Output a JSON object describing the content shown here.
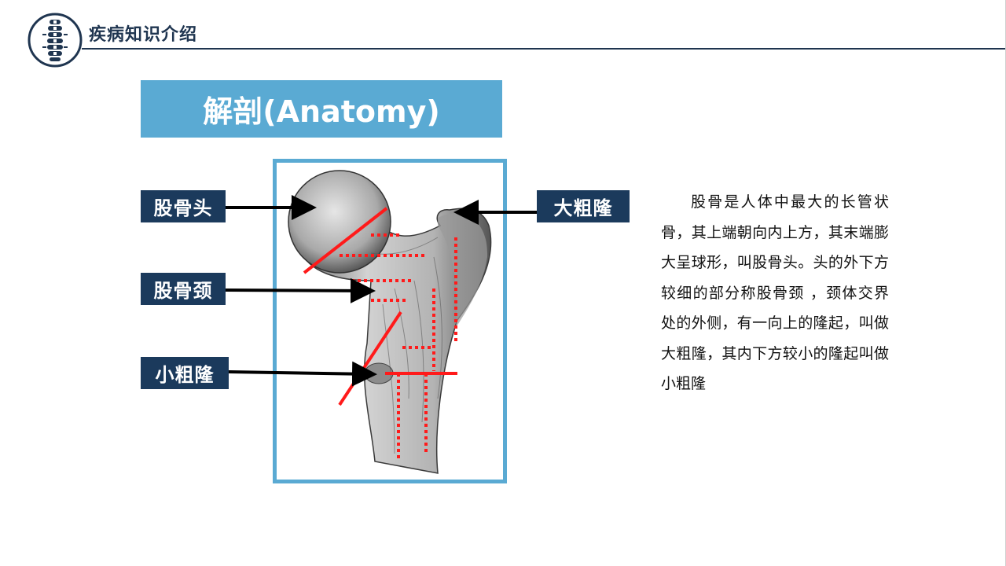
{
  "header": {
    "title": "疾病知识介绍",
    "icon": "spine-logo-icon",
    "accent_color": "#1f3550"
  },
  "section": {
    "title": "解剖(Anatomy)",
    "banner_color": "#5aaad3"
  },
  "figure": {
    "image": "femur-anatomy-illustration",
    "frame_color": "#5aaad3",
    "marker_color": "#ff1a1a"
  },
  "labels": {
    "femoral_head": "股骨头",
    "femoral_neck": "股骨颈",
    "lesser_trochanter": "小粗隆",
    "greater_trochanter": "大粗隆",
    "box_color": "#1b3a5c"
  },
  "description": {
    "text": "股骨是人体中最大的长管状骨，其上端朝向内上方，其末端膨大呈球形，叫股骨头。头的外下方较细的部分称股骨颈 ，颈体交界处的外侧，有一向上的隆起，叫做大粗隆，其内下方较小的隆起叫做小粗隆"
  }
}
